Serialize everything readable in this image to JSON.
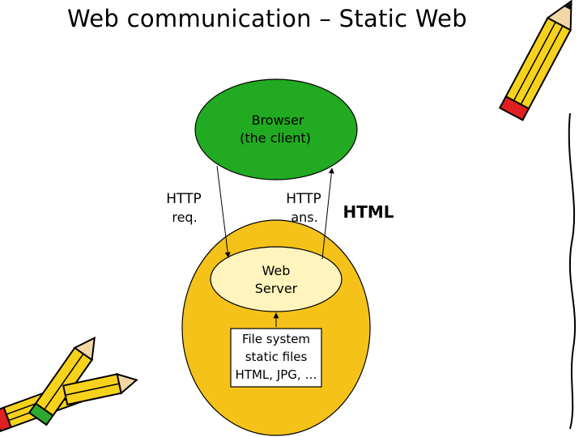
{
  "slide": {
    "title": "Web communication – Static Web"
  },
  "diagram": {
    "browser": {
      "line1": "Browser",
      "line2": "(the client)"
    },
    "request": {
      "line1": "HTTP",
      "line2": "req."
    },
    "answer": {
      "line1": "HTTP",
      "line2": "ans."
    },
    "payload": "HTML",
    "server": {
      "line1": "Web",
      "line2": "Server"
    },
    "filesystem": {
      "line1": "File system",
      "line2": "static files",
      "line3": "HTML, JPG, …"
    }
  },
  "colors": {
    "browser_fill": "#22aa22",
    "outer_fill": "#f5c21a",
    "server_fill": "#fff4bd",
    "pencil_yellow": "#f7d21c",
    "pencil_red": "#e02020",
    "pencil_green": "#2fa832"
  },
  "icons": [
    "pencil-icon-top-right",
    "pencils-icon-bottom-left",
    "scribble-line-right"
  ]
}
